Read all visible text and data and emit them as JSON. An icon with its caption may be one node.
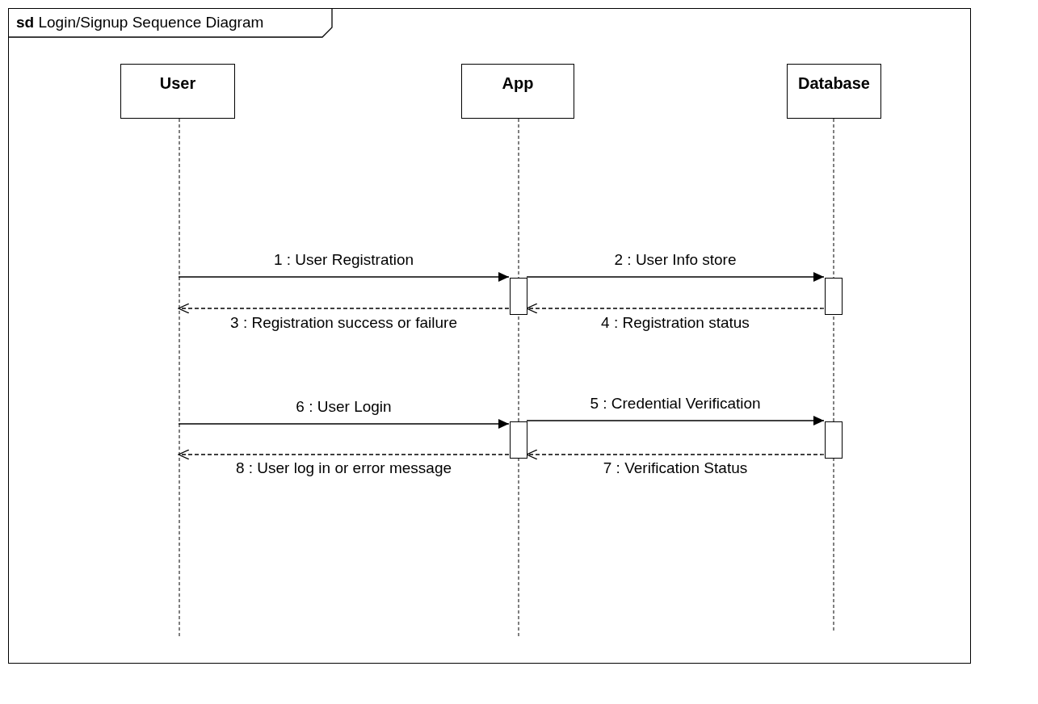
{
  "diagram": {
    "nodes": [
      {
        "text": [
          "**sd** Login/Signup Sequence Diagram"
        ]
      },
      {
        "text": [
          "User"
        ],
        "in": 0
      },
      {
        "text": [
          "App"
        ],
        "in": 0
      },
      {
        "text": [
          "Database"
        ],
        "in": 0
      },
      {
        "text": [],
        "shape": "bar",
        "in": 2
      },
      {
        "text": [],
        "shape": "bar",
        "in": 3
      },
      {
        "text": [],
        "shape": "bar",
        "in": 2
      },
      {
        "text": [],
        "shape": "bar",
        "in": 3
      }
    ],
    "edges": [
      {
        "from": 1,
        "to": 4,
        "arrow": "to",
        "label": "1 : User Registration"
      },
      {
        "from": 4,
        "to": 5,
        "arrow": "to",
        "label": "2 : User Info store"
      },
      {
        "from": 4,
        "to": 1,
        "arrow": "to",
        "style": "dashed",
        "label": "3 : Registration success or failure"
      },
      {
        "from": 5,
        "to": 4,
        "arrow": "to",
        "style": "dashed",
        "label": "4 : Registration status"
      },
      {
        "from": 6,
        "to": 7,
        "arrow": "to",
        "label": "5 : Credential Verification"
      },
      {
        "from": 1,
        "to": 6,
        "arrow": "to",
        "label": "6 : User Login"
      },
      {
        "from": 7,
        "to": 6,
        "arrow": "to",
        "style": "dashed",
        "label": "7 : Verification Status"
      },
      {
        "from": 6,
        "to": 1,
        "arrow": "to",
        "style": "dashed",
        "label": "8 : User log in or error message"
      }
    ]
  }
}
